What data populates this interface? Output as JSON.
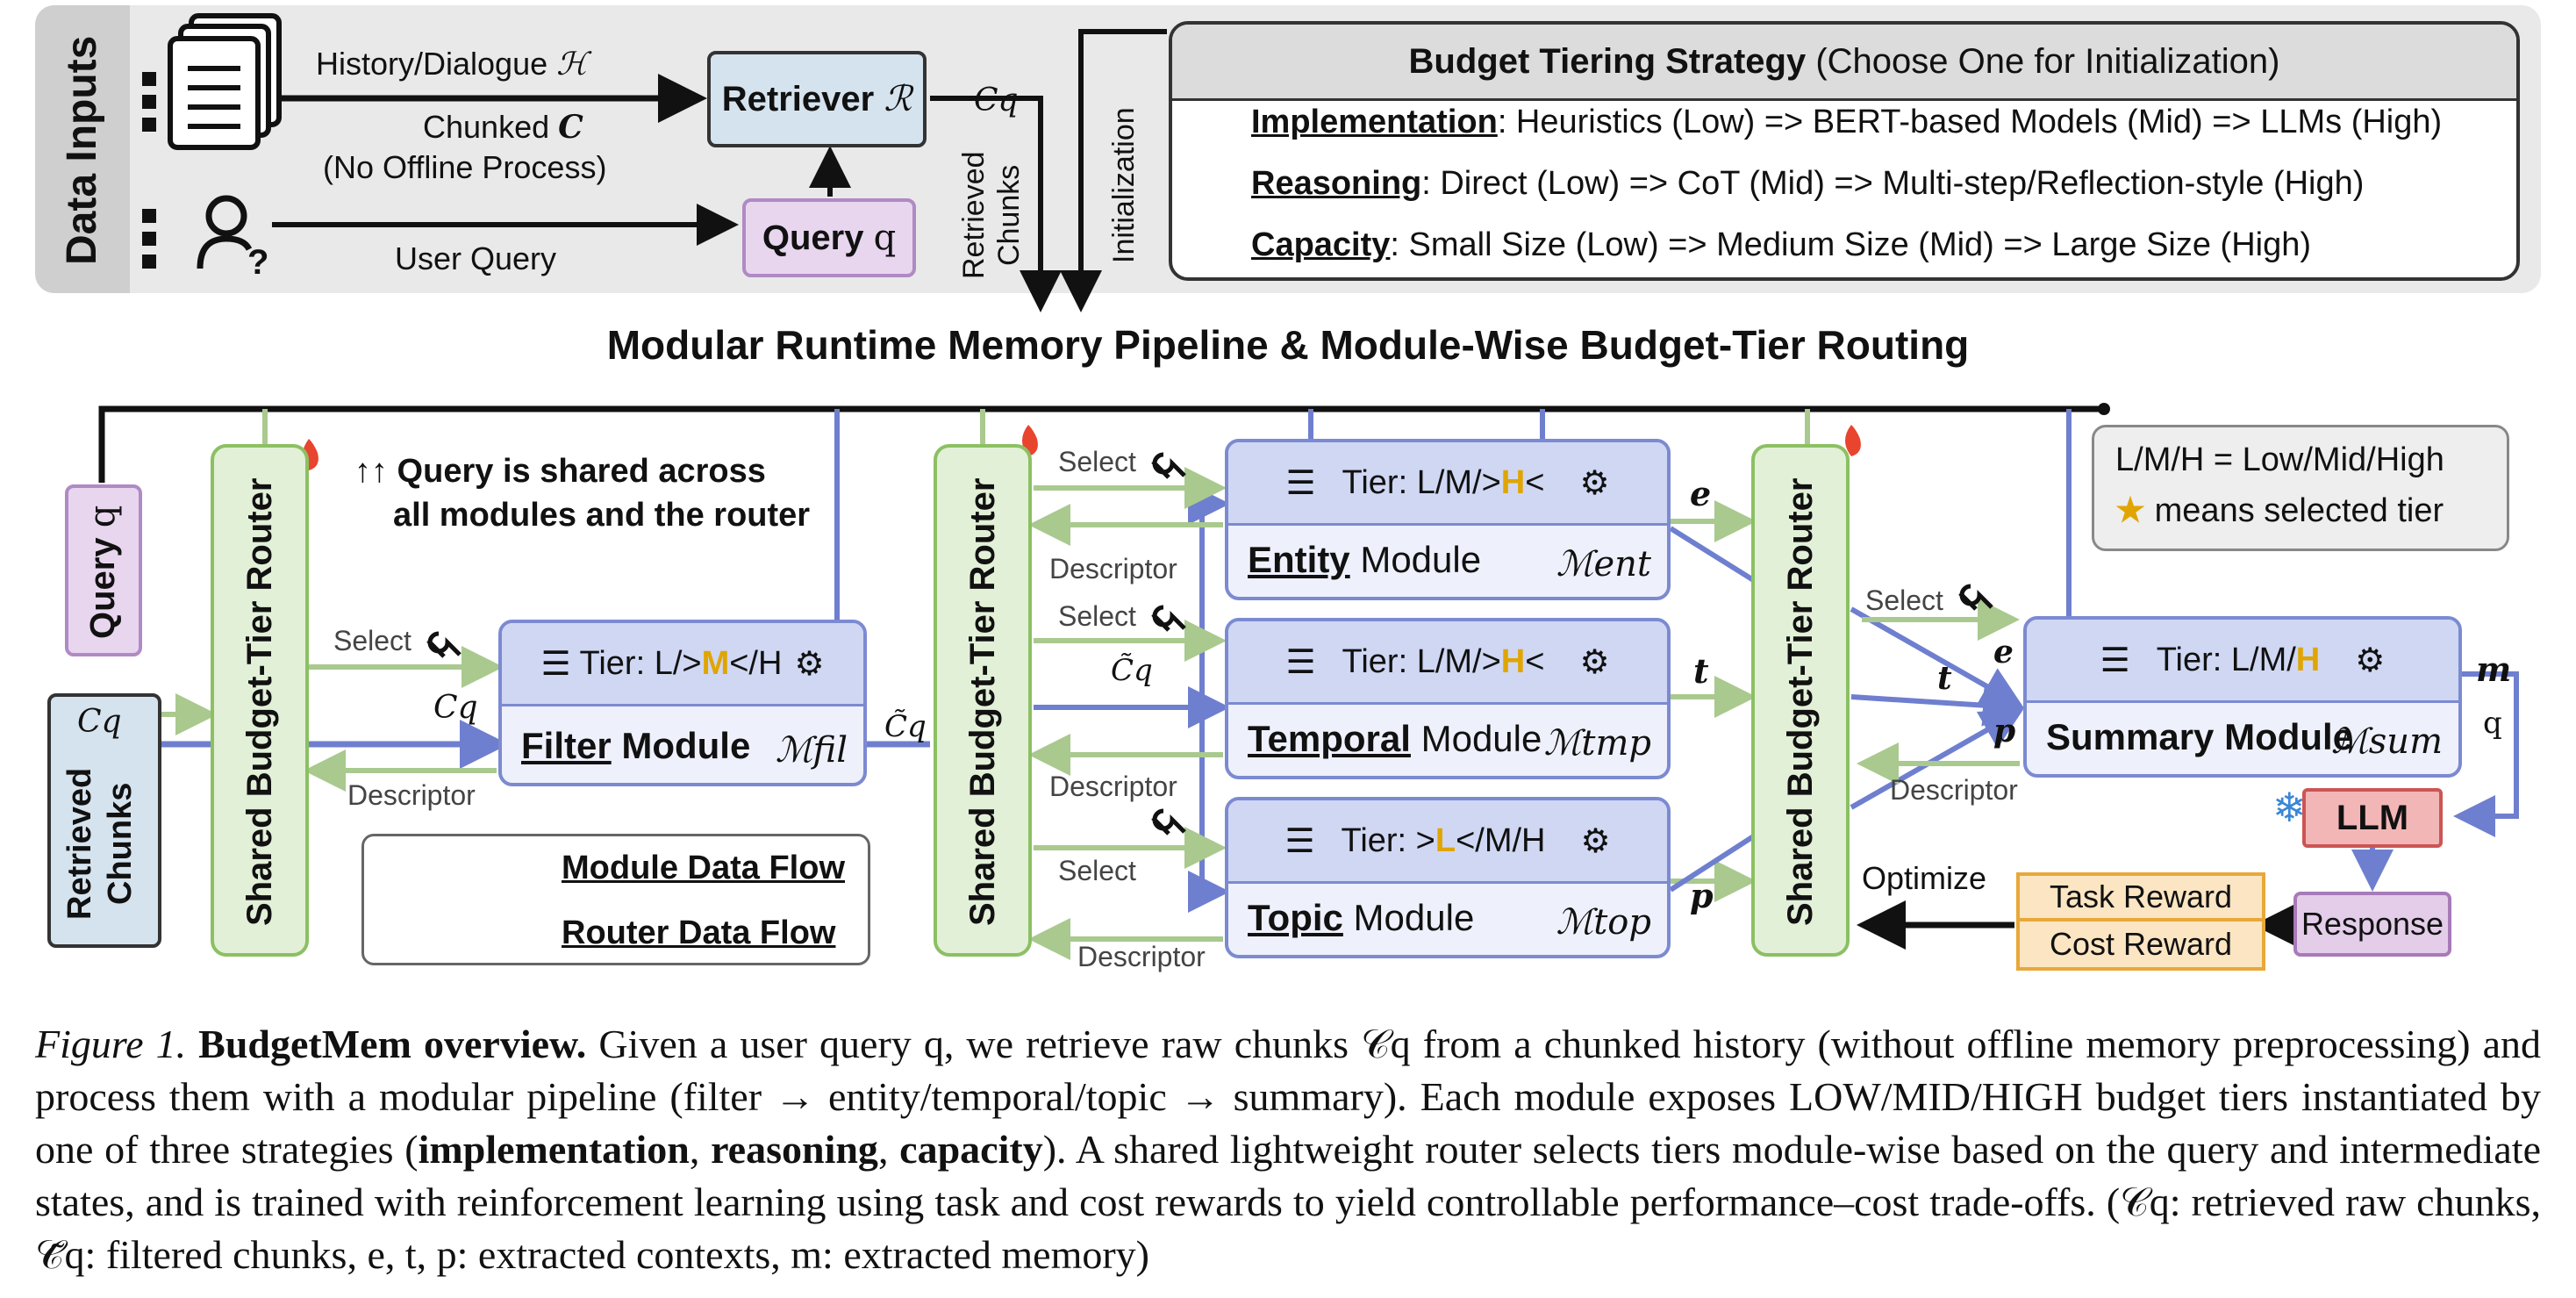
{
  "data_inputs": {
    "title": "Data Inputs",
    "history_label": "History/Dialogue",
    "history_symbol": "ℋ",
    "chunked_label": "Chunked",
    "chunked_symbol": "C",
    "no_offline": "(No Offline Process)",
    "user_query_label": "User Query",
    "retriever_label": "Retriever",
    "retriever_symbol": "ℛ",
    "query_label": "Query",
    "query_symbol": "q",
    "cq": "Cq",
    "retrieved_chunks": "Retrieved Chunks",
    "initialization": "Initialization"
  },
  "strategy": {
    "title": "Budget Tiering Strategy",
    "title_suffix": "(Choose One for Initialization)",
    "rows": [
      {
        "name": "Implementation",
        "text": ": Heuristics (Low) => BERT-based Models (Mid) => LLMs (High)",
        "icon": "tools-icon"
      },
      {
        "name": "Reasoning",
        "text": ": Direct (Low) => CoT (Mid) => Multi-step/Reflection-style (High)",
        "icon": "brain-icon"
      },
      {
        "name": "Capacity",
        "text": ": Small Size (Low) => Medium Size (Mid) => Large Size (High)",
        "icon": "cube-icon"
      }
    ]
  },
  "pipeline": {
    "title": "Modular Runtime Memory Pipeline & Module-Wise Budget-Tier Routing",
    "router_label": "Shared Budget-Tier Router",
    "query_label": "Query",
    "query_symbol": "q",
    "retrieved_chunks": "Retrieved Chunks",
    "cq": "Cq",
    "cq_filtered": "C̃q",
    "shared_note_line1": "↑↑ Query is shared across",
    "shared_note_line2": "all modules and the router",
    "select": "Select",
    "descriptor": "Descriptor",
    "legend_note_line1": "L/M/H = Low/Mid/High",
    "legend_note_line2": "means selected tier",
    "legend_module": "Module Data Flow",
    "legend_router": "Router Data Flow",
    "optimize": "Optimize",
    "task_reward": "Task Reward",
    "cost_reward": "Cost Reward",
    "llm": "LLM",
    "response": "Response",
    "e": "e",
    "t": "t",
    "p": "p",
    "m": "m",
    "q": "q"
  },
  "modules": {
    "filter": {
      "tier_prefix": "Tier: L/>",
      "tier_sel": "M",
      "tier_suffix": "</H",
      "name_u": "Filter",
      "name": " Module",
      "sym": "ℳfil"
    },
    "entity": {
      "tier_prefix": "Tier: L/M/>",
      "tier_sel": "H",
      "tier_suffix": "<",
      "name_u": "Entity",
      "name": " Module",
      "sym": "ℳent"
    },
    "temporal": {
      "tier_prefix": "Tier: L/M/>",
      "tier_sel": "H",
      "tier_suffix": "<",
      "name_u": "Temporal",
      "name": " Module",
      "sym": "ℳtmp"
    },
    "topic": {
      "tier_prefix": "Tier: >",
      "tier_sel": "L",
      "tier_suffix": "</M/H",
      "name_u": "Topic",
      "name": " Module",
      "sym": "ℳtop"
    },
    "summary": {
      "tier_prefix": "Tier: L/M/",
      "tier_sel": "H",
      "tier_suffix": "",
      "name_u": "",
      "name": "Summary Module",
      "sym": "ℳsum"
    }
  },
  "caption": {
    "fig": "Figure 1.",
    "bold": "BudgetMem overview.",
    "text": "Given a user query q, we retrieve raw chunks 𝒞q from a chunked history (without offline memory preprocessing) and process them with a modular pipeline (filter → entity/temporal/topic → summary). Each module exposes LOW/MID/HIGH budget tiers instantiated by one of three strategies (",
    "b1": "implementation",
    "b2": "reasoning",
    "b3": "capacity",
    "text2": "). A shared lightweight router selects tiers module-wise based on the query and intermediate states, and is trained with reinforcement learning using task and cost rewards to yield controllable performance–cost trade-offs. (𝒞q: retrieved raw chunks, 𝒞̃q: filtered chunks, e, t, p: extracted contexts, m: extracted memory)"
  },
  "colors": {
    "module_flow": "#6f7fcf",
    "router_flow": "#a9c98e",
    "router_border": "#8cc063",
    "reward_fill": "#fbe5c2",
    "reward_border": "#e8a83a",
    "llm_fill": "#f3b6b6",
    "response_fill": "#e3cde9",
    "retriever_fill": "#d5e3ee",
    "query_fill": "#e8d6ef"
  }
}
